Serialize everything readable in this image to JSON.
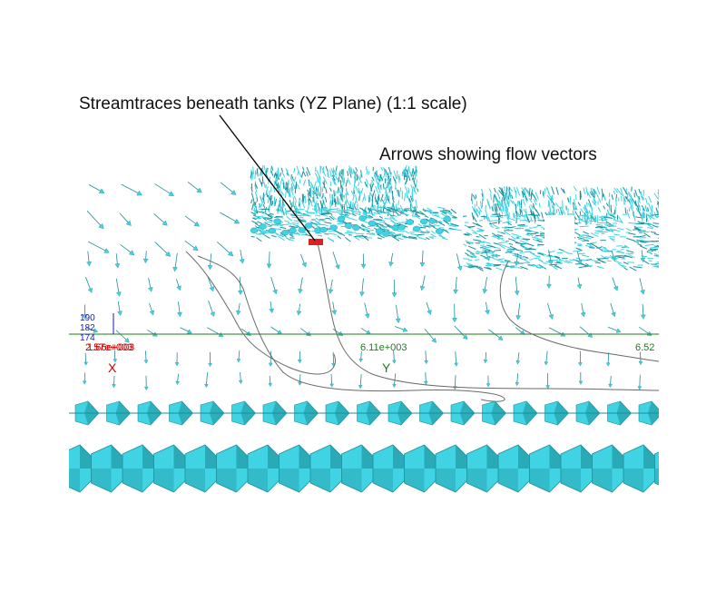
{
  "annotations": {
    "streamtrace_label": "Streamtraces beneath tanks (YZ Plane) (1:1 scale)",
    "arrows_label": "Arrows showing flow vectors"
  },
  "axes": {
    "x_letter": "X",
    "y_letter": "Y",
    "x_ticks_overlapping": [
      "2.57e+003",
      "1.66e+003"
    ],
    "y_ticks": [
      "6.11e+003",
      "6.52"
    ],
    "z_ticks": [
      "190",
      "182",
      "174"
    ]
  },
  "colors": {
    "vector_cyan": "#3fd3e3",
    "vector_dark": "#1d8f9a",
    "streamline": "#6a6a6a",
    "axis_x": "#cc0000",
    "axis_y": "#1a7f1a",
    "axis_z": "#1a1aaa",
    "marker_red": "#e02020"
  }
}
